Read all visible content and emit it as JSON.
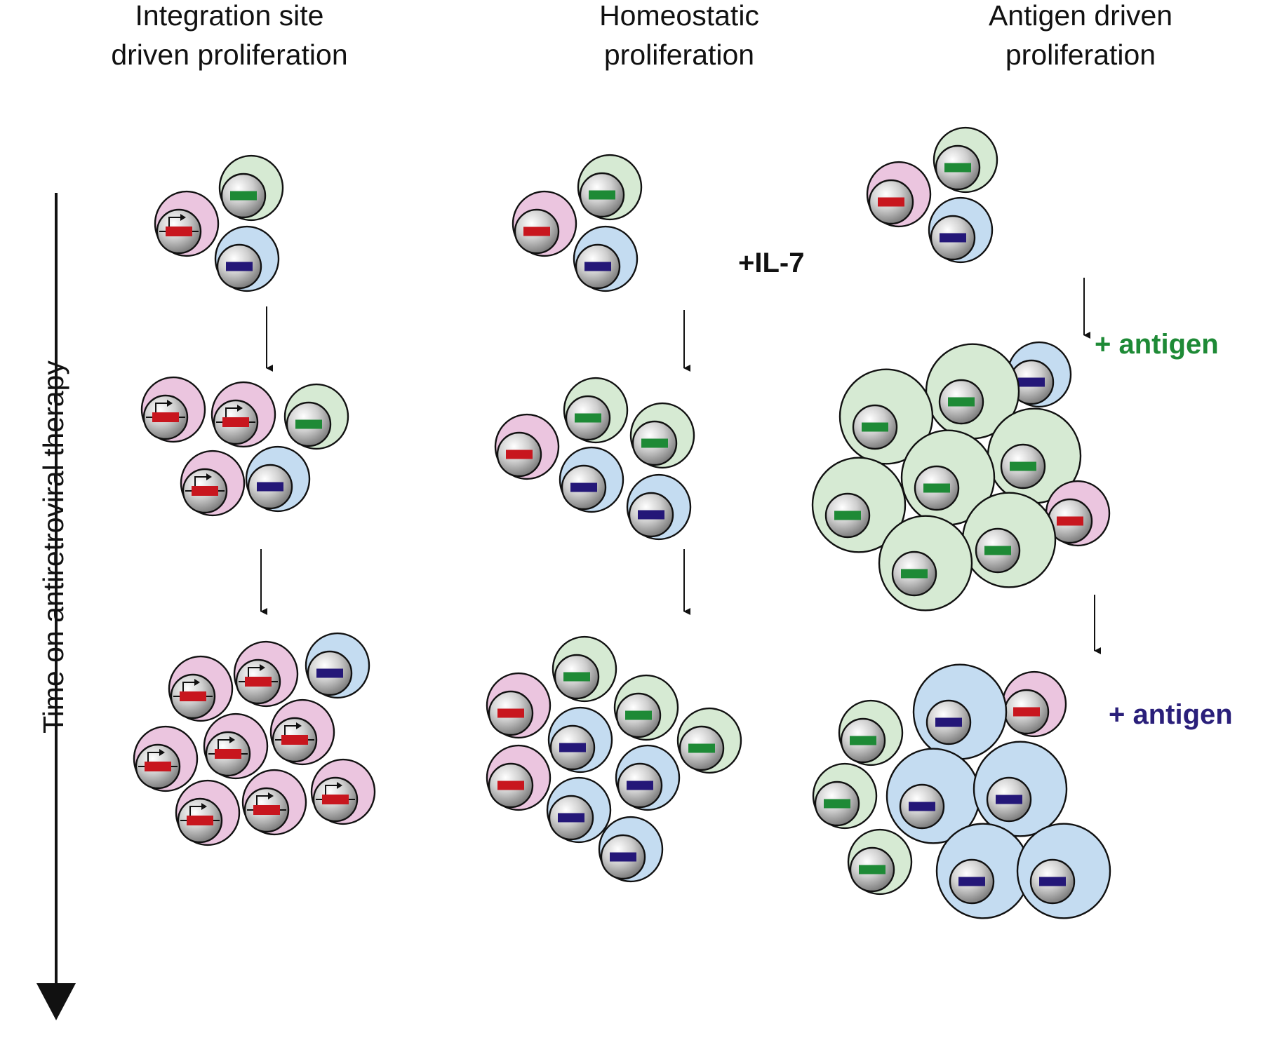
{
  "columns": [
    {
      "id": "integration",
      "title_lines": [
        "Integration site",
        "driven proliferation"
      ]
    },
    {
      "id": "homeostatic",
      "title_lines": [
        "Homeostatic",
        "proliferation"
      ]
    },
    {
      "id": "antigen",
      "title_lines": [
        "Antigen driven",
        "proliferation"
      ]
    }
  ],
  "time_axis": {
    "label": "Time on antiretroviral therapy"
  },
  "annotations": {
    "il7": "+IL-7",
    "antigen_green": "+ antigen",
    "antigen_blue": "+ antigen"
  },
  "colors": {
    "pink_cell": "#ebc5df",
    "green_cell": "#d6ead3",
    "blue_cell": "#c4dcf1",
    "red_marker": "#c8161e",
    "green_marker": "#1e8a36",
    "blue_marker": "#241778",
    "antigen_green_text": "#1e8a36",
    "antigen_blue_text": "#2a1f7a"
  },
  "clones": [
    "red",
    "green",
    "blue"
  ],
  "icons": [
    "provirus-promoter-icon",
    "nucleus-icon",
    "down-arrow-icon",
    "time-arrow-icon"
  ]
}
